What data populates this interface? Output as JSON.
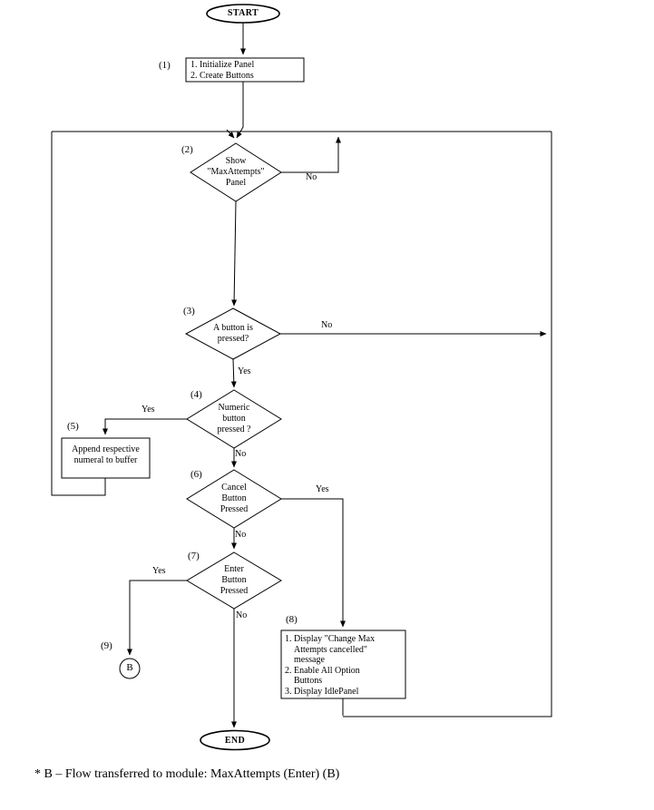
{
  "diagram": {
    "footnote": "* B – Flow transferred to module: MaxAttempts (Enter) (B)",
    "nodes": {
      "start": {
        "label": "START",
        "type": "terminator"
      },
      "n1": {
        "ref": "(1)",
        "label": "1. Initialize Panel\n2. Create Buttons",
        "type": "process"
      },
      "n2": {
        "ref": "(2)",
        "label": "Show\n\"MaxAttempts\"\nPanel",
        "type": "decision"
      },
      "n3": {
        "ref": "(3)",
        "label": "A button is\npressed?",
        "type": "decision"
      },
      "n4": {
        "ref": "(4)",
        "label": "Numeric\nbutton\npressed ?",
        "type": "decision"
      },
      "n5": {
        "ref": "(5)",
        "label": "Append respective\nnumeral to buffer",
        "type": "process"
      },
      "n6": {
        "ref": "(6)",
        "label": "Cancel\nButton\nPressed",
        "type": "decision"
      },
      "n7": {
        "ref": "(7)",
        "label": "Enter\nButton\nPressed",
        "type": "decision"
      },
      "n8": {
        "ref": "(8)",
        "label": "1. Display \"Change Max\n    Attempts cancelled\"\n    message\n2. Enable All Option\n    Buttons\n3. Display IdlePanel",
        "type": "process"
      },
      "n9": {
        "ref": "(9)",
        "label": "B",
        "type": "connector"
      },
      "end": {
        "label": "END",
        "type": "terminator"
      }
    },
    "edge_labels": {
      "d2_no": "No",
      "d3_no": "No",
      "d3_yes": "Yes",
      "d4_yes": "Yes",
      "d4_no": "No",
      "d6_yes": "Yes",
      "d6_no": "No",
      "d7_yes": "Yes",
      "d7_no": "No"
    },
    "connections": [
      {
        "from": "START",
        "to": "1",
        "label": ""
      },
      {
        "from": "1",
        "to": "2",
        "label": ""
      },
      {
        "from": "2",
        "to": "2",
        "label": "No"
      },
      {
        "from": "2",
        "to": "3",
        "label": ""
      },
      {
        "from": "3",
        "to": "2",
        "label": "No"
      },
      {
        "from": "3",
        "to": "4",
        "label": "Yes"
      },
      {
        "from": "4",
        "to": "5",
        "label": "Yes"
      },
      {
        "from": "5",
        "to": "2",
        "label": ""
      },
      {
        "from": "4",
        "to": "6",
        "label": "No"
      },
      {
        "from": "6",
        "to": "8",
        "label": "Yes"
      },
      {
        "from": "8",
        "to": "2",
        "label": ""
      },
      {
        "from": "6",
        "to": "7",
        "label": "No"
      },
      {
        "from": "7",
        "to": "9",
        "label": "Yes"
      },
      {
        "from": "7",
        "to": "END",
        "label": "No"
      }
    ]
  }
}
